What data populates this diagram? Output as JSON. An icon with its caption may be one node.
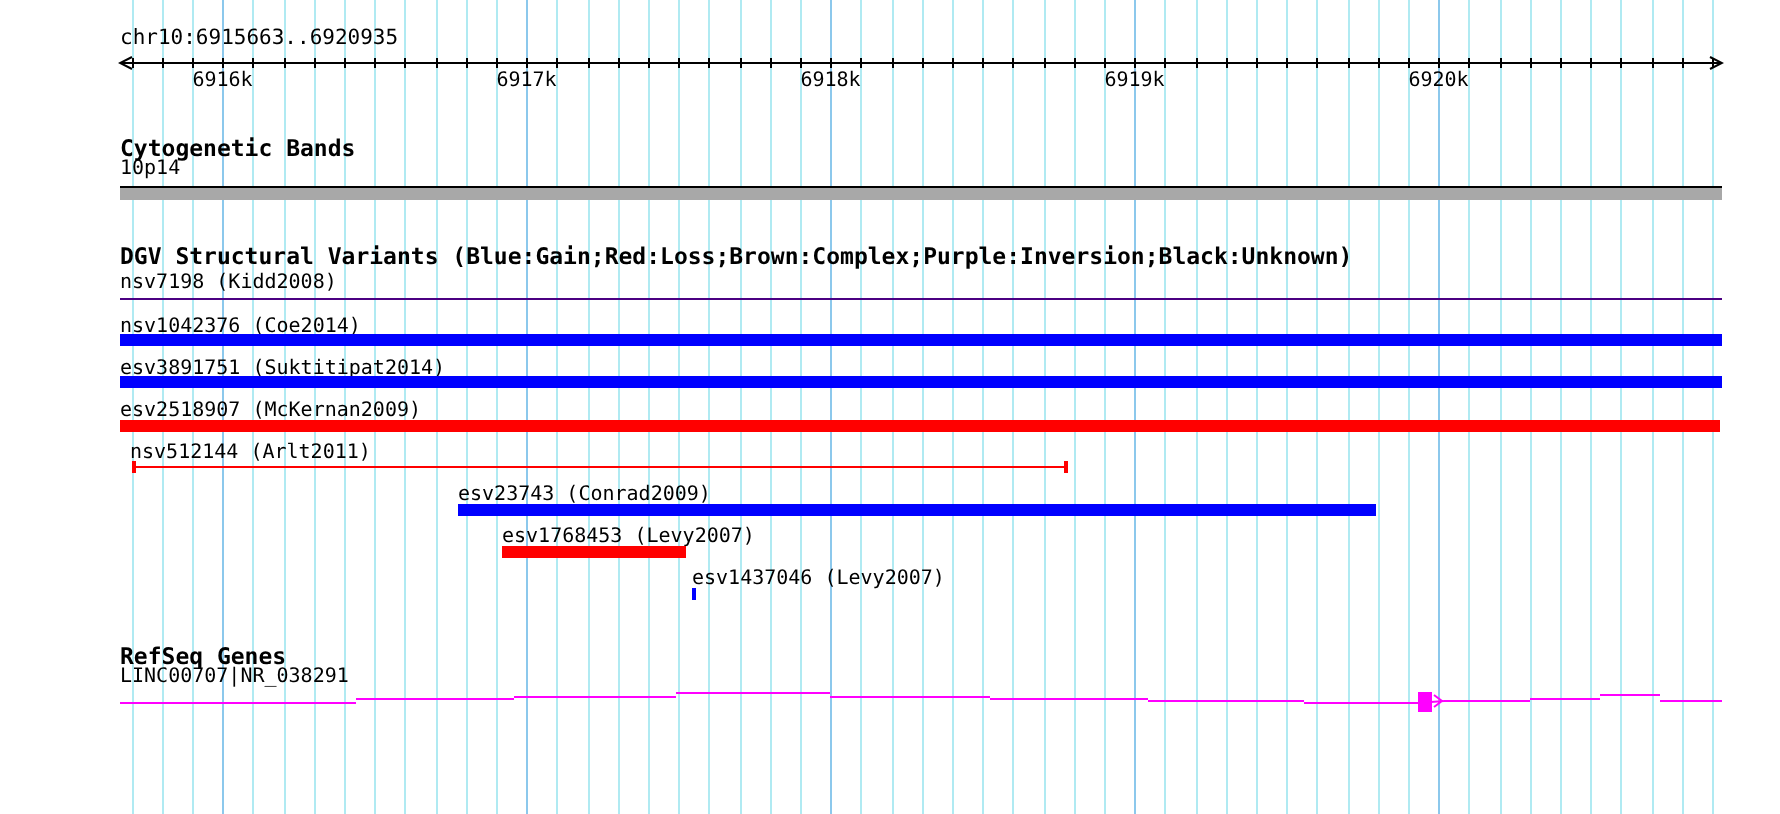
{
  "diagram": {
    "title": "chr10:6915663..6920935",
    "nodes": [
      {
        "text": [
          "10p14"
        ]
      },
      {
        "text": [
          "nsv7198 (Kidd2008)"
        ]
      },
      {
        "text": [
          "nsv1042376 (Coe2014)"
        ]
      },
      {
        "text": [
          "esv3891751 (Suktitipat2014)"
        ]
      },
      {
        "text": [
          "esv2518907 (McKernan2009)"
        ]
      },
      {
        "text": [
          "nsv512144 (Arlt2011)"
        ]
      },
      {
        "text": [
          "esv23743 (Conrad2009)"
        ]
      },
      {
        "text": [
          "esv1768453 (Levy2007)"
        ]
      },
      {
        "text": [
          "esv1437046 (Levy2007)"
        ]
      },
      {
        "text": [
          "LINC00707|NR_038291"
        ]
      }
    ],
    "edges": [],
    "labels": [
      "6916k",
      "6917k",
      "6918k",
      "6919k",
      "6920k",
      "Cytogenetic Bands",
      "DGV Structural Variants (Blue:Gain;Red:Loss;Brown:Complex;Purple:Inversion;Black:Unknown)",
      "RefSeq Genes"
    ]
  }
}
